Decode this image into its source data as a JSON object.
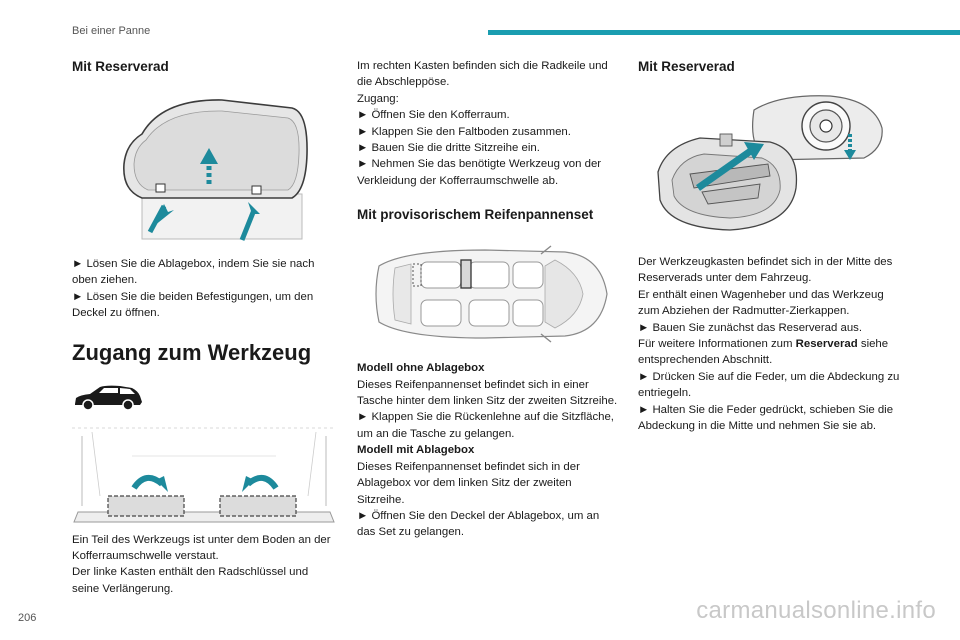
{
  "header": {
    "section": "Bei einer Panne"
  },
  "col1": {
    "heading1": "Mit Reserverad",
    "step1": "► Lösen Sie die Ablagebox, indem Sie sie nach oben ziehen.",
    "step2": "► Lösen Sie die beiden Befestigungen, um den Deckel zu öffnen.",
    "heading2": "Zugang zum Werkzeug",
    "p1": "Ein Teil des Werkzeugs ist unter dem Boden an der Kofferraumschwelle verstaut.",
    "p2": "Der linke Kasten enthält den Radschlüssel und seine Verlängerung."
  },
  "col2": {
    "intro": "Im rechten Kasten befinden sich die Radkeile und die Abschleppöse.",
    "zugang": "Zugang:",
    "s1": "► Öffnen Sie den Kofferraum.",
    "s2": "► Klappen Sie den Faltboden zusammen.",
    "s3": "► Bauen Sie die dritte Sitzreihe ein.",
    "s4": "► Nehmen Sie das benötigte Werkzeug von der Verkleidung der Kofferraumschwelle ab.",
    "heading": "Mit provisorischem Reifenpannenset",
    "m1_title": "Modell ohne Ablagebox",
    "m1_text": "Dieses Reifenpannenset befindet sich in einer Tasche hinter dem linken Sitz der zweiten Sitzreihe.",
    "m1_step": "► Klappen Sie die Rückenlehne auf die Sitzfläche, um an die Tasche zu gelangen.",
    "m2_title": "Modell mit Ablagebox",
    "m2_text": "Dieses Reifenpannenset befindet sich in der Ablagebox vor dem linken Sitz der zweiten Sitzreihe.",
    "m2_step": "► Öffnen Sie den Deckel der Ablagebox, um an das Set zu gelangen."
  },
  "col3": {
    "heading": "Mit Reserverad",
    "p1": "Der Werkzeugkasten befindet sich in der Mitte des Reserverads unter dem Fahrzeug.",
    "p2": "Er enthält einen Wagenheber und das Werkzeug zum Abziehen der Radmutter-Zierkappen.",
    "p3": "► Bauen Sie zunächst das Reserverad aus.",
    "p4_pre": "Für weitere Informationen zum ",
    "p4_bold": "Reserverad",
    "p4_post": " siehe entsprechenden Abschnitt.",
    "p5": "► Drücken Sie auf die Feder, um die Abdeckung zu entriegeln.",
    "p6": "► Halten Sie die Feder gedrückt, schieben Sie die Abdeckung in die Mitte und nehmen Sie sie ab."
  },
  "footer": {
    "page": "206",
    "url": "carmanualsonline.info"
  },
  "colors": {
    "accent": "#1a9db0",
    "arrow": "#1d8a9c"
  }
}
